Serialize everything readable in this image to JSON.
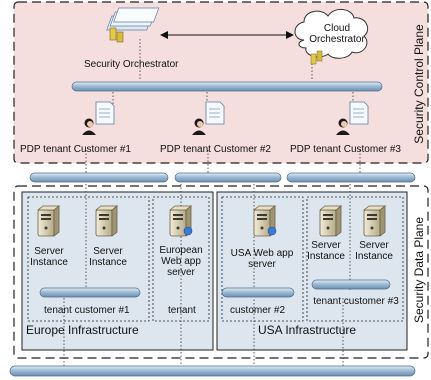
{
  "control_plane": {
    "title": "Security Control Plane",
    "security_orchestrator": "Security Orchestrator",
    "cloud_orchestrator": "Cloud Orchestrator",
    "pdp_labels": [
      "PDP tenant Customer #1",
      "PDP tenant Customer #2",
      "PDP tenant Customer #3"
    ]
  },
  "data_plane": {
    "title": "Security Data Plane",
    "europe": {
      "label": "Europe Infrastructure",
      "server_a": "Server Instance",
      "server_b": "Server Instance",
      "tenant_box_label": "tenant customer #1",
      "web_server": "European Web app server",
      "tenant_label": "tenant"
    },
    "usa": {
      "label": "USA Infrastructure",
      "web_server": "USA Web app server",
      "customer_label": "customer #2",
      "server_a": "Server Instance",
      "server_b": "Server Instance",
      "tenant_box_label": "tenant customer #3"
    }
  },
  "colors": {
    "control_bg": "#f4dede",
    "data_bg": "#dde6ef",
    "bus": "#a9c4dc",
    "server": "#cfc6a8"
  }
}
